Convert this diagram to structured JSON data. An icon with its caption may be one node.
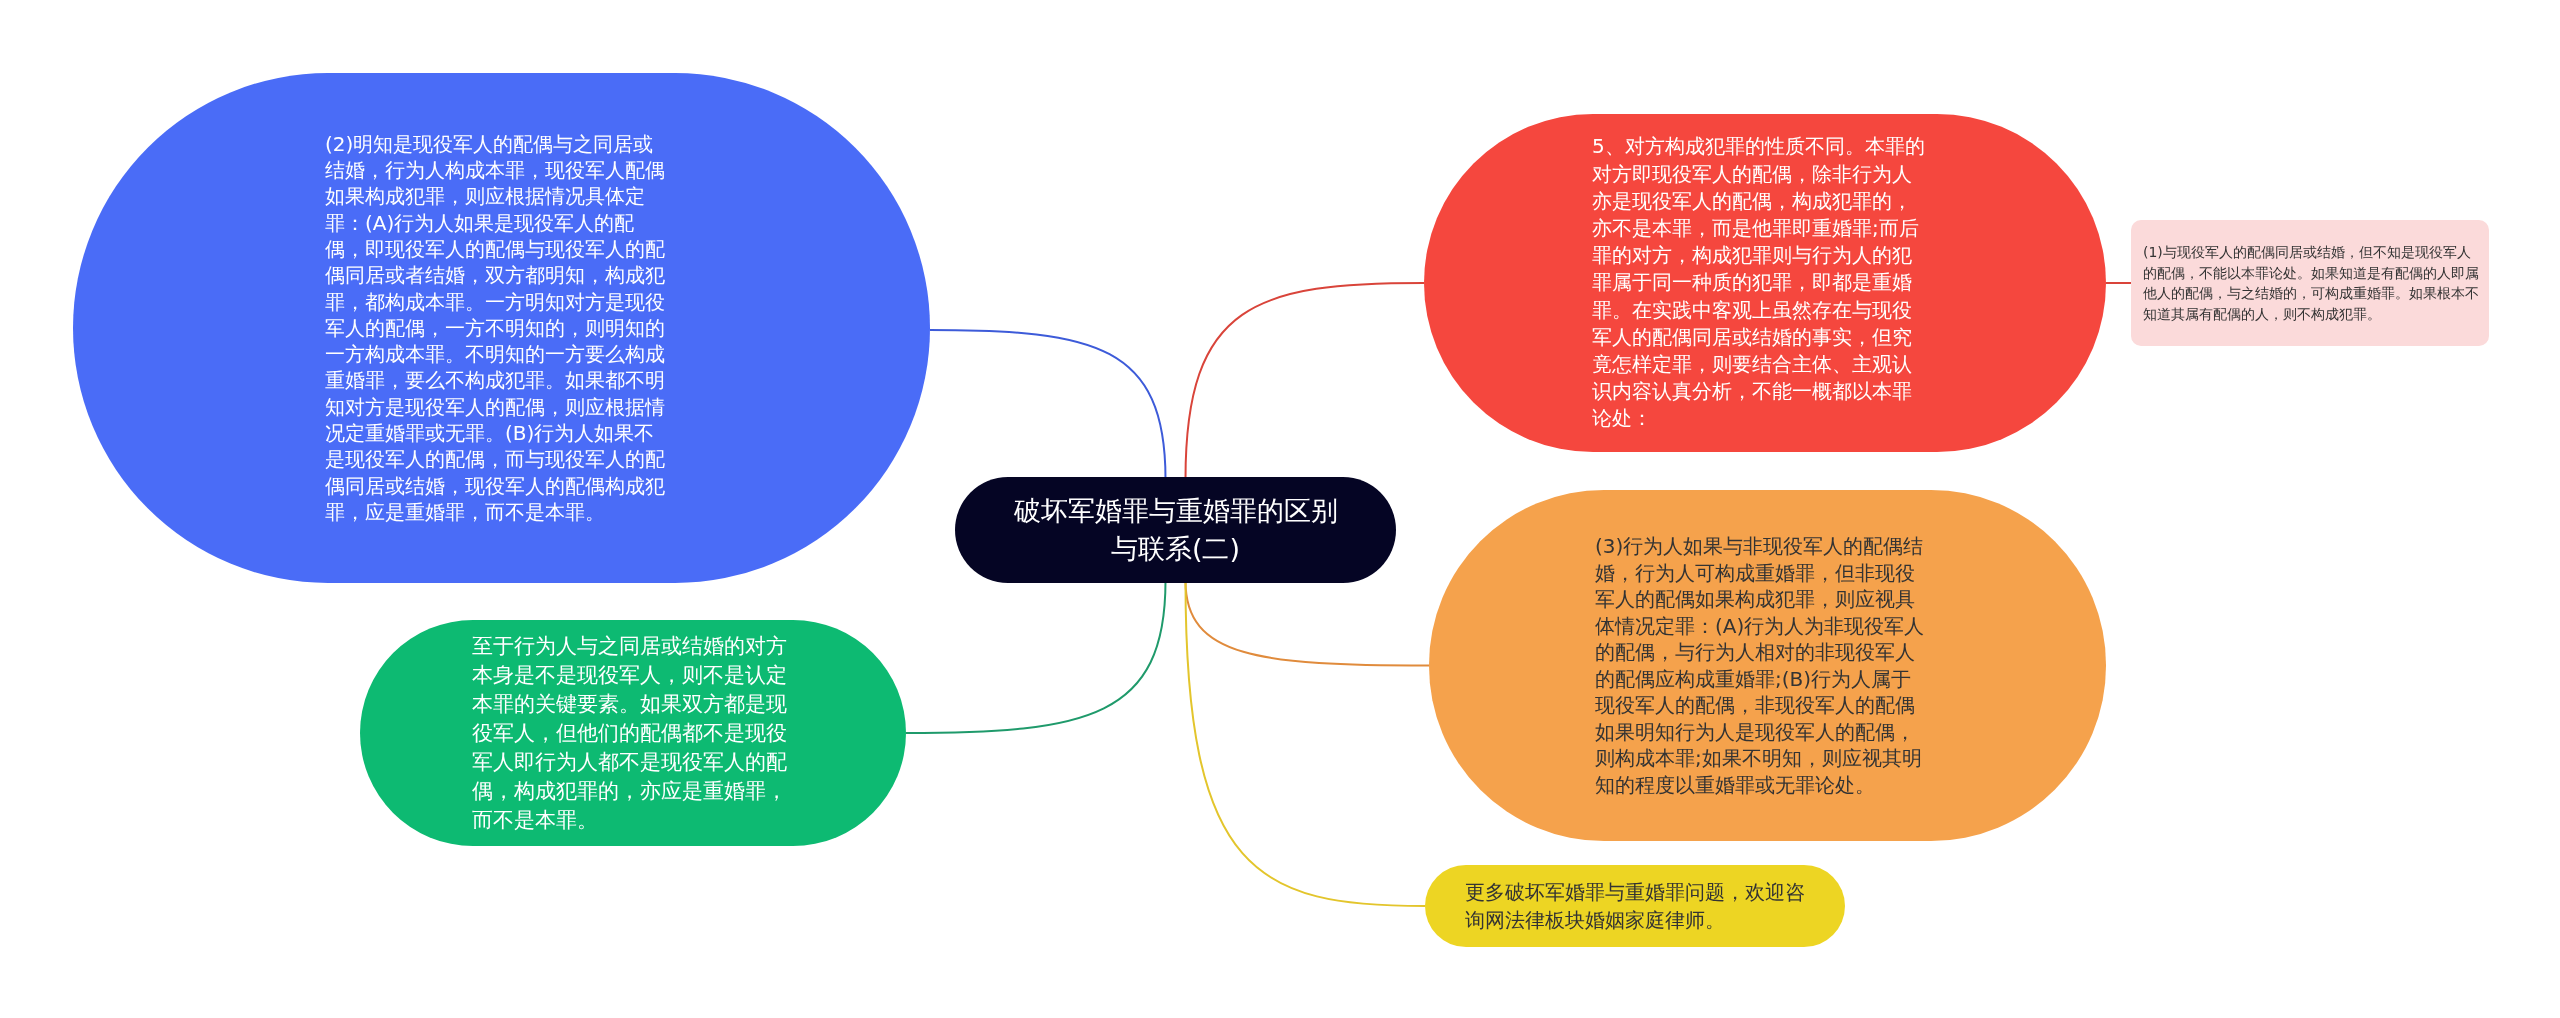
{
  "diagram": {
    "nodes": [
      {
        "text": [
          "破坏军婚罪与重婚罪的区别与联系(二)"
        ]
      },
      {
        "text": [
          "(2)明知是现役军人的配偶与之同居或结婚，行为人构成本罪，现役军人配偶如果构成犯罪，则应根据情况具体定罪：(A)行为人如果是现役军人的配偶，即现役军人的配偶与现役军人的配偶同居或者结婚，双方都明知，构成犯罪，都构成本罪。一方明知对方是现役军人的配偶，一方不明知的，则明知的一方构成本罪。不明知的一方要么构成重婚罪，要么不构成犯罪。如果都不明知对方是现役军人的配偶，则应根据情况定重婚罪或无罪。(B)行为人如果不是现役军人的配偶，而与现役军人的配偶同居或结婚，现役军人的配偶构成犯罪，应是重婚罪，而不是本罪。"
        ]
      },
      {
        "text": [
          "至于行为人与之同居或结婚的对方本身是不是现役军人，则不是认定本罪的关键要素。如果双方都是现役军人，但他们的配偶都不是现役军人即行为人都不是现役军人的配偶，构成犯罪的，亦应是重婚罪，而不是本罪。"
        ]
      },
      {
        "text": [
          "5、对方构成犯罪的性质不同。本罪的对方即现役军人的配偶，除非行为人亦是现役军人的配偶，构成犯罪的，亦不是本罪，而是他罪即重婚罪;而后罪的对方，构成犯罪则与行为人的犯罪属于同一种质的犯罪，即都是重婚罪。在实践中客观上虽然存在与现役军人的配偶同居或结婚的事实，但究竟怎样定罪，则要结合主体、主观认识内容认真分析，不能一概都以本罪论处："
        ]
      },
      {
        "text": [
          "(1)与现役军人的配偶同居或结婚，但不知是现役军人的配偶，不能以本罪论处。如果知道是有配偶的人即属他人的配偶，与之结婚的，可构成重婚罪。如果根本不知道其属有配偶的人，则不构成犯罪。"
        ]
      },
      {
        "text": [
          "(3)行为人如果与非现役军人的配偶结婚，行为人可构成重婚罪，但非现役军人的配偶如果构成犯罪，则应视具体情况定罪：(A)行为人为非现役军人的配偶，与行为人相对的非现役军人的配偶应构成重婚罪;(B)行为人属于现役军人的配偶，非现役军人的配偶如果明知行为人是现役军人的配偶，则构成本罪;如果不明知，则应视其明知的程度以重婚罪或无罪论处。"
        ]
      },
      {
        "text": [
          "更多破坏军婚罪与重婚罪问题，欢迎咨询网法律板块婚姻家庭律师。"
        ]
      }
    ],
    "edges": [
      {
        "from": 0,
        "to": 1,
        "arrow": "none",
        "color": "#3d5bd9"
      },
      {
        "from": 0,
        "to": 2,
        "arrow": "none",
        "color": "#1f9a6b"
      },
      {
        "from": 0,
        "to": 3,
        "arrow": "none",
        "color": "#d9443a"
      },
      {
        "from": 3,
        "to": 4,
        "arrow": "none",
        "color": "#d9443a"
      },
      {
        "from": 0,
        "to": 5,
        "arrow": "none",
        "color": "#e08b3c"
      },
      {
        "from": 0,
        "to": 6,
        "arrow": "none",
        "color": "#e3c52c"
      }
    ]
  }
}
